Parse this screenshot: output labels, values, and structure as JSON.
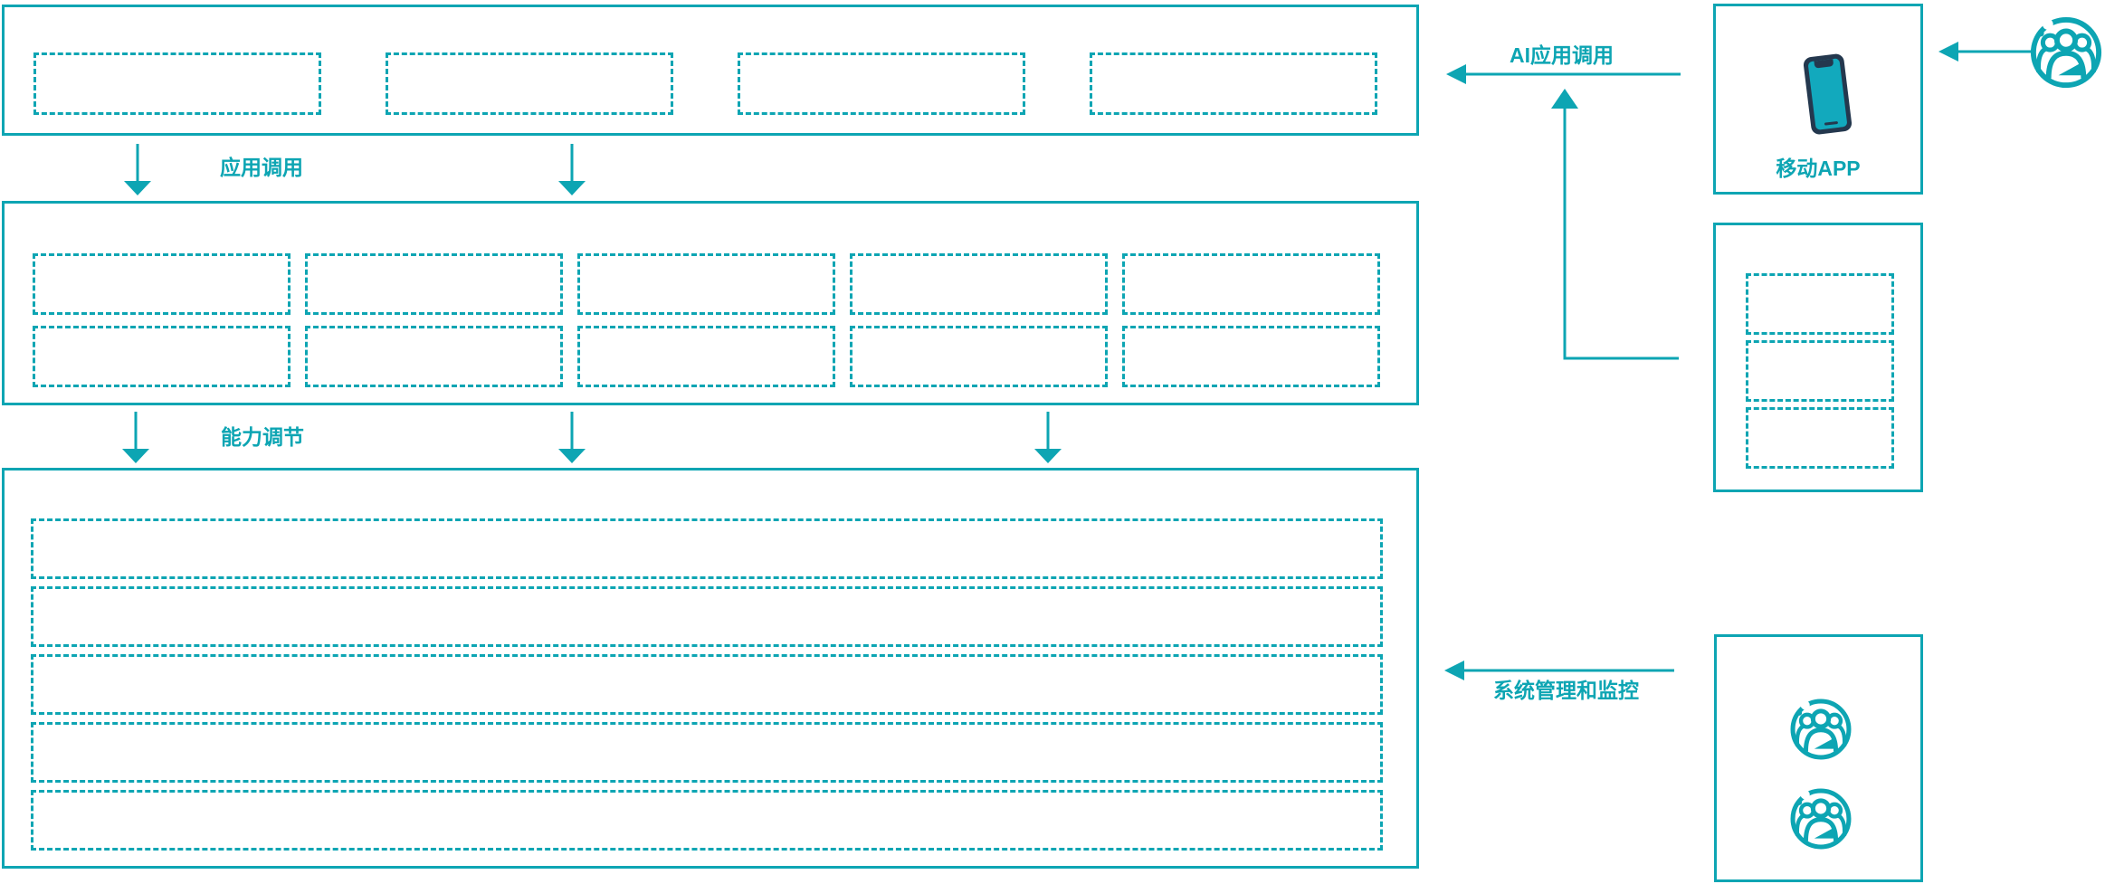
{
  "diagram": {
    "background": "#FFFFFF",
    "accent_color": "#0DA5B3",
    "phone_body_color": "#24384E",
    "phone_screen_color": "#12A9BD",
    "labels": {
      "app_call": "应用调用",
      "capability_tuning": "能力调节",
      "ai_app_call": "AI应用调用",
      "system_monitor": "系统管理和监控",
      "mobile_app": "移动APP"
    },
    "layers": {
      "top_placeholder_count": 4,
      "middle_row_count": 2,
      "middle_col_count": 5,
      "bottom_row_count": 5,
      "service_placeholder_count": 3,
      "ops_user_icon_count": 2
    },
    "icons": {
      "end_user": "user-group-icon",
      "mobile_device": "smartphone-icon",
      "operators": "user-group-icon"
    }
  }
}
